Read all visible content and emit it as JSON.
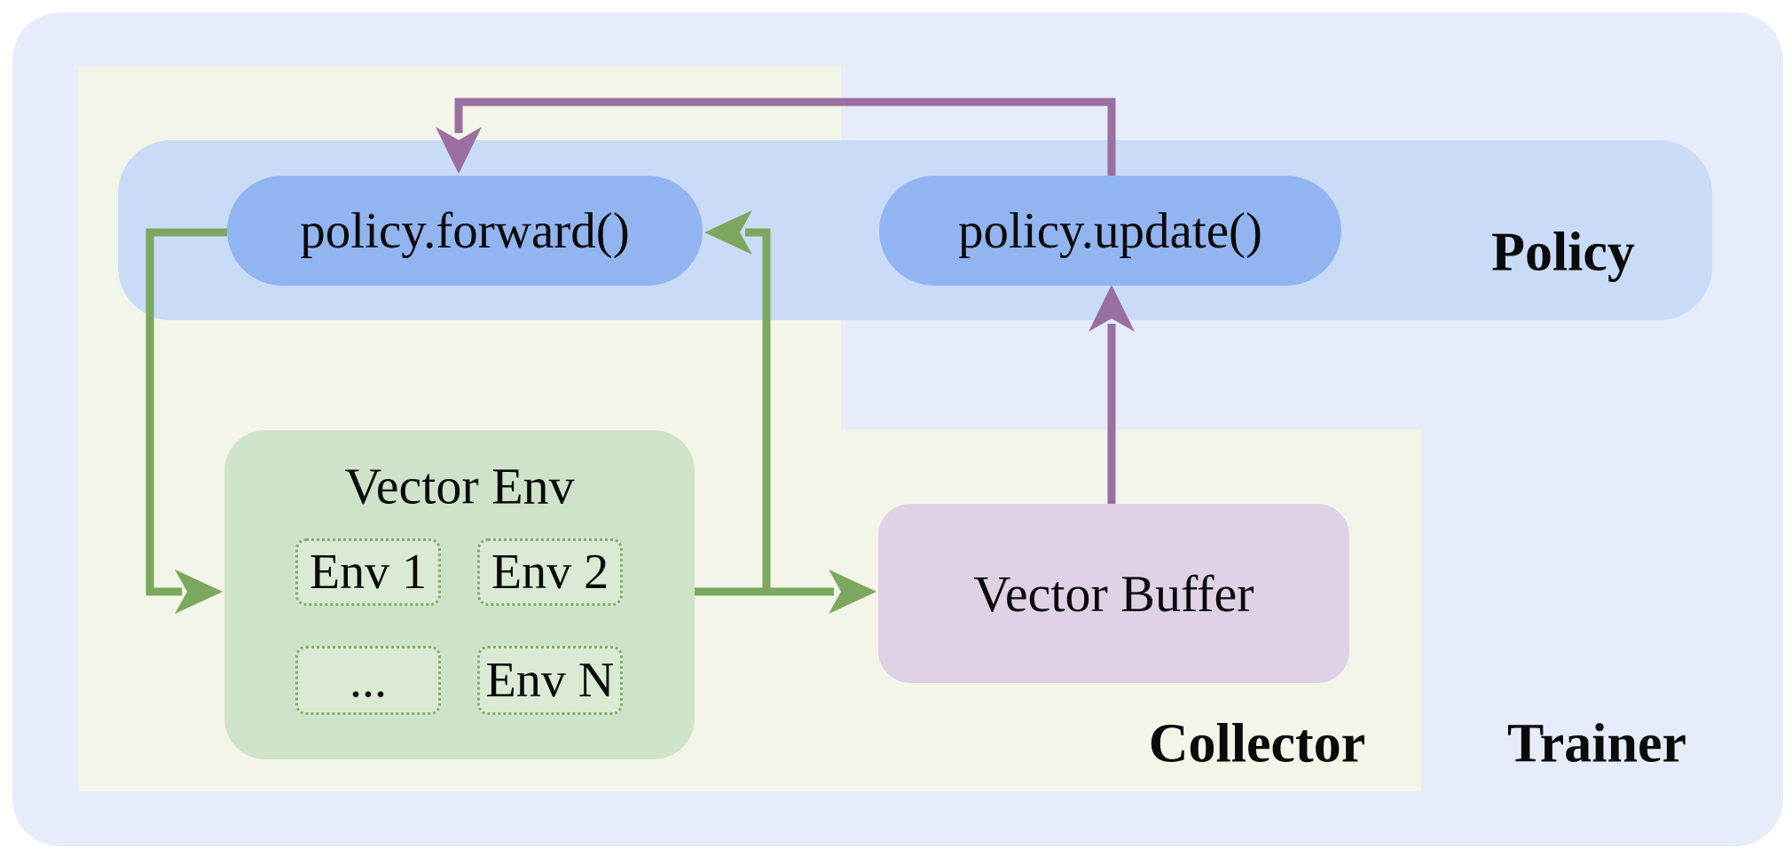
{
  "diagram": {
    "regions": {
      "trainer_label": "Trainer",
      "collector_label": "Collector",
      "policy_label": "Policy"
    },
    "nodes": {
      "policy_forward": "policy.forward()",
      "policy_update": "policy.update()",
      "vector_env_title": "Vector Env",
      "envs": [
        "Env 1",
        "Env 2",
        "...",
        "Env N"
      ],
      "vector_buffer": "Vector Buffer"
    },
    "flows": [
      "policy.forward() -> Vector Env (green)",
      "Vector Env -> Vector Buffer (green)",
      "Vector Env junction -> policy.forward() (green)",
      "Vector Buffer -> policy.update() (purple)",
      "policy.update() -> policy.forward() (purple)"
    ]
  },
  "theme": {
    "trainer-bg": "#e6ecfa",
    "collector-bg": "#f2f5e7",
    "policy-band-bg": "#c9dbf7",
    "pill-bg": "#92b5f1",
    "env-box-bg": "#cfe3ca",
    "env-item-bg": "#daead4",
    "env-item-border": "#7db064",
    "buffer-bg": "#dfd2e7",
    "green-arrow": "#7ca75e",
    "purple-arrow": "#9a6fa2",
    "text-color": "#0a0a0a"
  }
}
